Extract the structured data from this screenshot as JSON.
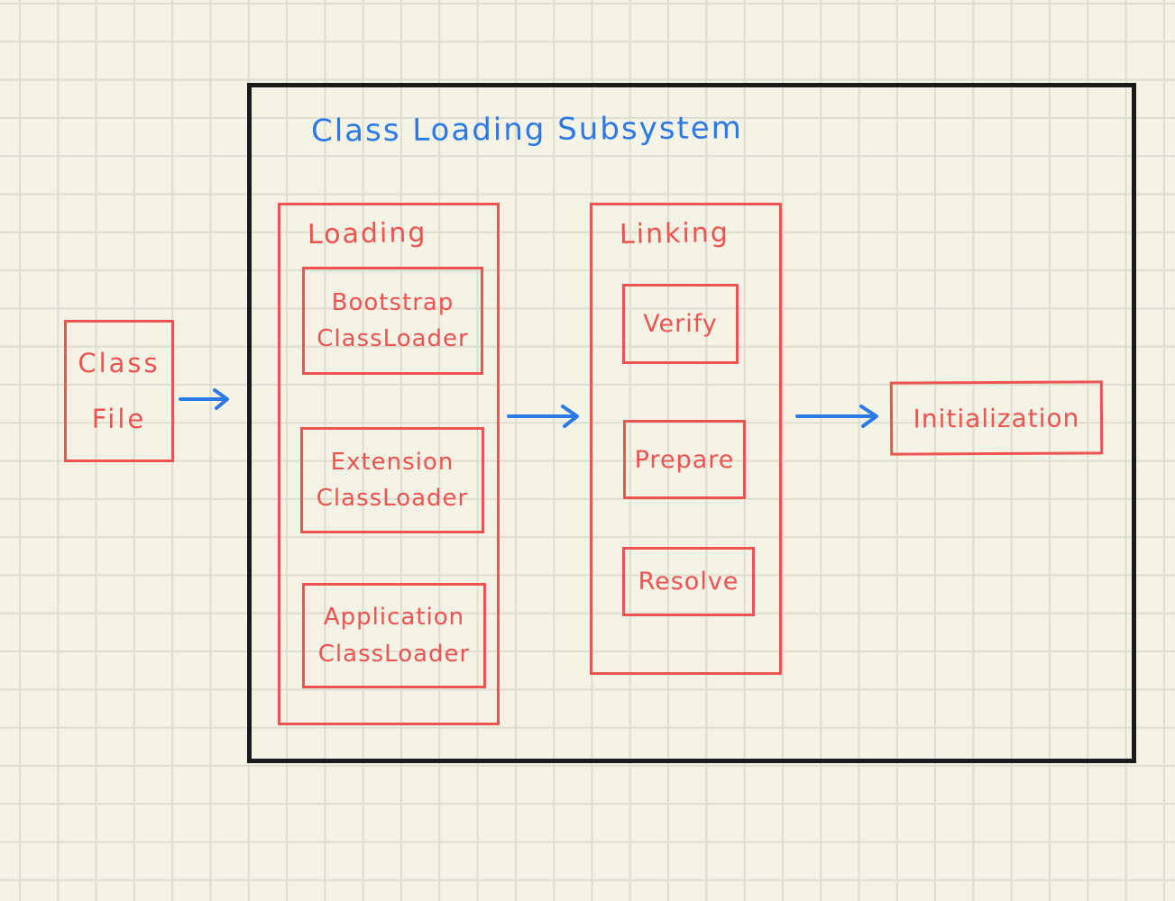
{
  "diagram": {
    "title": "Class Loading Subsystem",
    "class_file": {
      "line1": "Class",
      "line2": "File"
    },
    "loading": {
      "label": "Loading",
      "loaders": [
        {
          "line1": "Bootstrap",
          "line2": "ClassLoader"
        },
        {
          "line1": "Extension",
          "line2": "ClassLoader"
        },
        {
          "line1": "Application",
          "line2": "ClassLoader"
        }
      ]
    },
    "linking": {
      "label": "Linking",
      "steps": [
        {
          "label": "Verify"
        },
        {
          "label": "Prepare"
        },
        {
          "label": "Resolve"
        }
      ]
    },
    "initialization": {
      "label": "Initialization"
    },
    "flow": [
      "Class File",
      "Loading",
      "Linking",
      "Initialization"
    ],
    "colors": {
      "box_red": "#ef5350",
      "text_blue": "#2b79e6",
      "outline_black": "#1a1a1a",
      "background": "#f5f2e6",
      "grid_line": "#dcdecf"
    }
  }
}
